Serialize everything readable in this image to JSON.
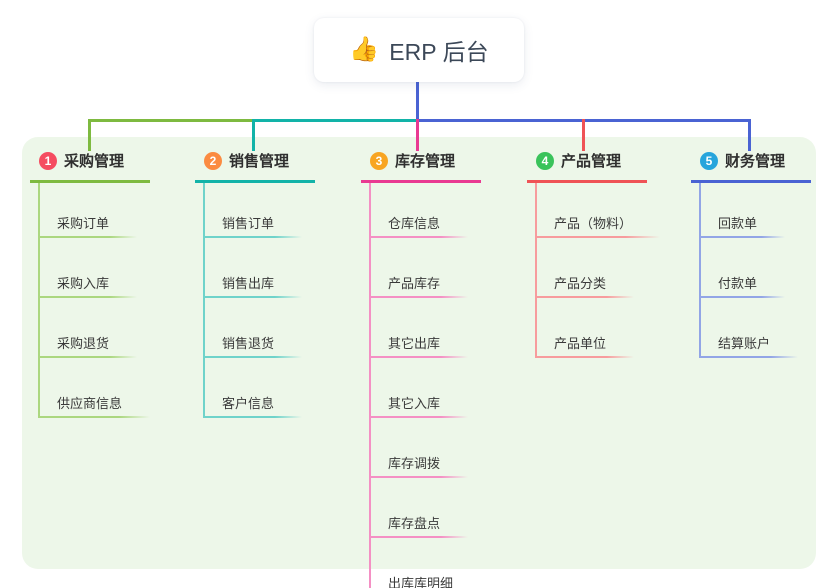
{
  "root": {
    "icon": "👍",
    "title": "ERP 后台"
  },
  "connector_color": "#4a63d3",
  "panel_color": "#edf7e9",
  "branches": [
    {
      "num": "1",
      "label": "采购管理",
      "accent": "#7eba40",
      "sub_color": "#abd77f",
      "badge_color": "#f54c60",
      "items": [
        "采购订单",
        "采购入库",
        "采购退货",
        "供应商信息"
      ]
    },
    {
      "num": "2",
      "label": "销售管理",
      "accent": "#12b3a8",
      "sub_color": "#6fd3ca",
      "badge_color": "#fb8b41",
      "items": [
        "销售订单",
        "销售出库",
        "销售退货",
        "客户信息"
      ]
    },
    {
      "num": "3",
      "label": "库存管理",
      "accent": "#e93a92",
      "sub_color": "#f490c4",
      "badge_color": "#f8a522",
      "items": [
        "仓库信息",
        "产品库存",
        "其它出库",
        "其它入库",
        "库存调拨",
        "库存盘点",
        "出库库明细"
      ]
    },
    {
      "num": "4",
      "label": "产品管理",
      "accent": "#ef5356",
      "sub_color": "#f79c9d",
      "badge_color": "#3ac35b",
      "items": [
        "产品（物料）",
        "产品分类",
        "产品单位"
      ]
    },
    {
      "num": "5",
      "label": "财务管理",
      "accent": "#4a63d3",
      "sub_color": "#92a5e6",
      "badge_color": "#27a5dc",
      "items": [
        "回款单",
        "付款单",
        "结算账户"
      ]
    }
  ]
}
